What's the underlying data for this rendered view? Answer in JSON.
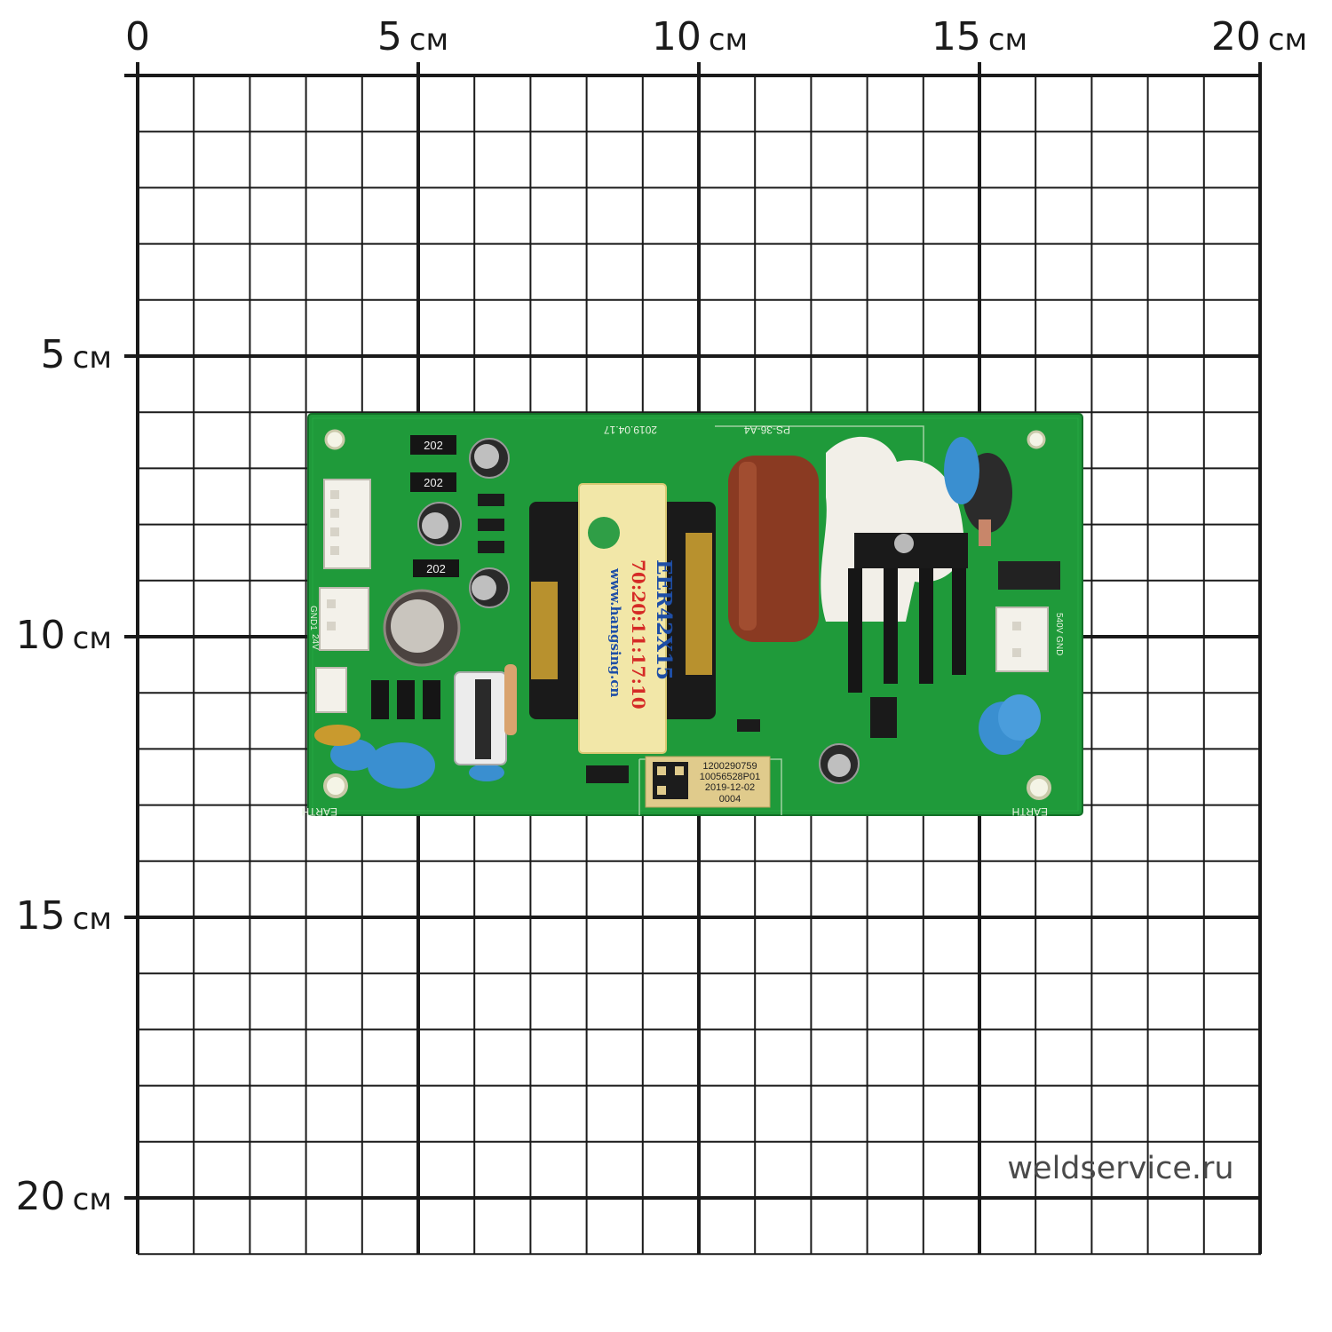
{
  "ruler": {
    "unit": "см",
    "top_ticks": [
      {
        "num": "0",
        "unit": ""
      },
      {
        "num": "5",
        "unit": "см"
      },
      {
        "num": "10",
        "unit": "см"
      },
      {
        "num": "15",
        "unit": "см"
      },
      {
        "num": "20",
        "unit": "см"
      }
    ],
    "left_ticks": [
      {
        "num": "5",
        "unit": "см"
      },
      {
        "num": "10",
        "unit": "см"
      },
      {
        "num": "15",
        "unit": "см"
      },
      {
        "num": "20",
        "unit": "см"
      }
    ]
  },
  "watermark": "weldservice.ru",
  "colors": {
    "grid": "#1a1a1a",
    "pcb": "#1f9a3a",
    "pcb_dark": "#167a2c",
    "transformer": "#f2e7a8",
    "capacitor_brown": "#8a3a22",
    "heatsink": "#161616",
    "y_capacitor": "#3a8fd0"
  },
  "board": {
    "transformer": {
      "model": "EER42X15",
      "ratio": "70:20:11:17:10",
      "site": "www.hangsing.cn"
    },
    "label": {
      "line1": "1200290759",
      "line2": "10056528P01",
      "line3": "2019-12-02",
      "line4": "0004"
    },
    "silkscreen": {
      "earth_left": "EARTH",
      "earth_right": "EARTH",
      "board_id": "PS-36-A4",
      "date": "2019.04.17",
      "resistor_code": "202",
      "p2_label": "540V GND",
      "gnd_label": "GND1",
      "v24": "24V"
    }
  }
}
